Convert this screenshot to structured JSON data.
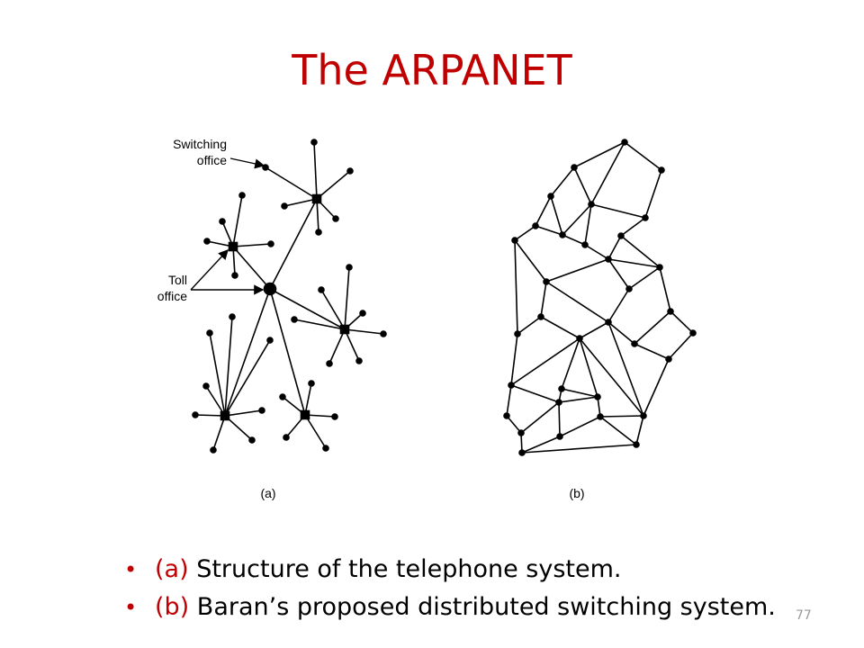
{
  "slide": {
    "title": "The ARPANET",
    "page_number": "77",
    "accent_color": "#c00000"
  },
  "figure": {
    "label_switching_line1": "Switching",
    "label_switching_line2": "office",
    "label_toll_line1": "Toll",
    "label_toll_line2": "office",
    "caption_a": "(a)",
    "caption_b": "(b)"
  },
  "bullets": [
    {
      "tag": "(a)",
      "text": " Structure of the telephone system."
    },
    {
      "tag": "(b)",
      "text": " Baran’s proposed distributed switching system."
    }
  ]
}
